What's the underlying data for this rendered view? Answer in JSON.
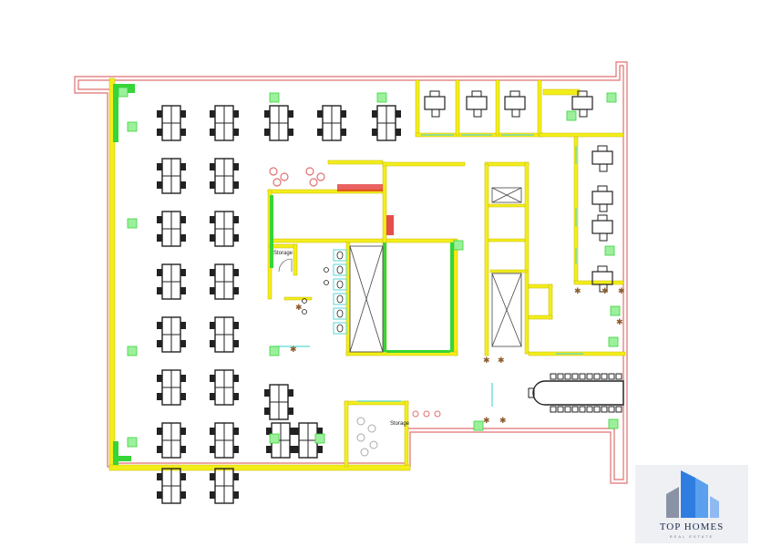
{
  "plan": {
    "labels": {
      "storage_left": "Storage",
      "storage_bottom": "Storage"
    }
  },
  "logo": {
    "title": "TOP HOMES",
    "subtitle": "REAL ESTATE"
  },
  "colors": {
    "wall": "#f2ee1a",
    "wall_edge": "#c9b800",
    "outer_wall": "#e07070",
    "glass": "#5ad6d6",
    "green": "#37d537",
    "furniture": "#222222",
    "shaft": "#444444",
    "accent_red": "#e02020",
    "logo_blue": "#2f7de1",
    "logo_gray": "#8a93a6"
  }
}
